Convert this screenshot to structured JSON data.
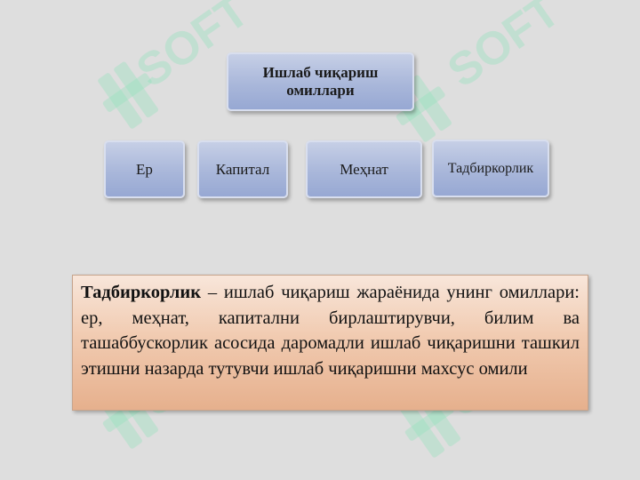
{
  "diagram": {
    "root": {
      "line1": "Ишлаб чиқариш",
      "line2": "омиллари"
    },
    "factors": [
      "Ер",
      "Капитал",
      "Меҳнат",
      "Тадбиркорлик"
    ]
  },
  "definition": {
    "term": "Тадбиркорлик",
    "text": " – ишлаб чиқариш жараёнида унинг омиллари: ер, меҳнат, капитални бирлаштирувчи, билим ва ташаббускорлик асосида даромадли ишлаб чиқаришни ташкил этишни назарда тутувчи ишлаб чиқаришни махсус омили"
  },
  "watermark": {
    "text": "SOFT",
    "color": "#7ee0b2"
  }
}
